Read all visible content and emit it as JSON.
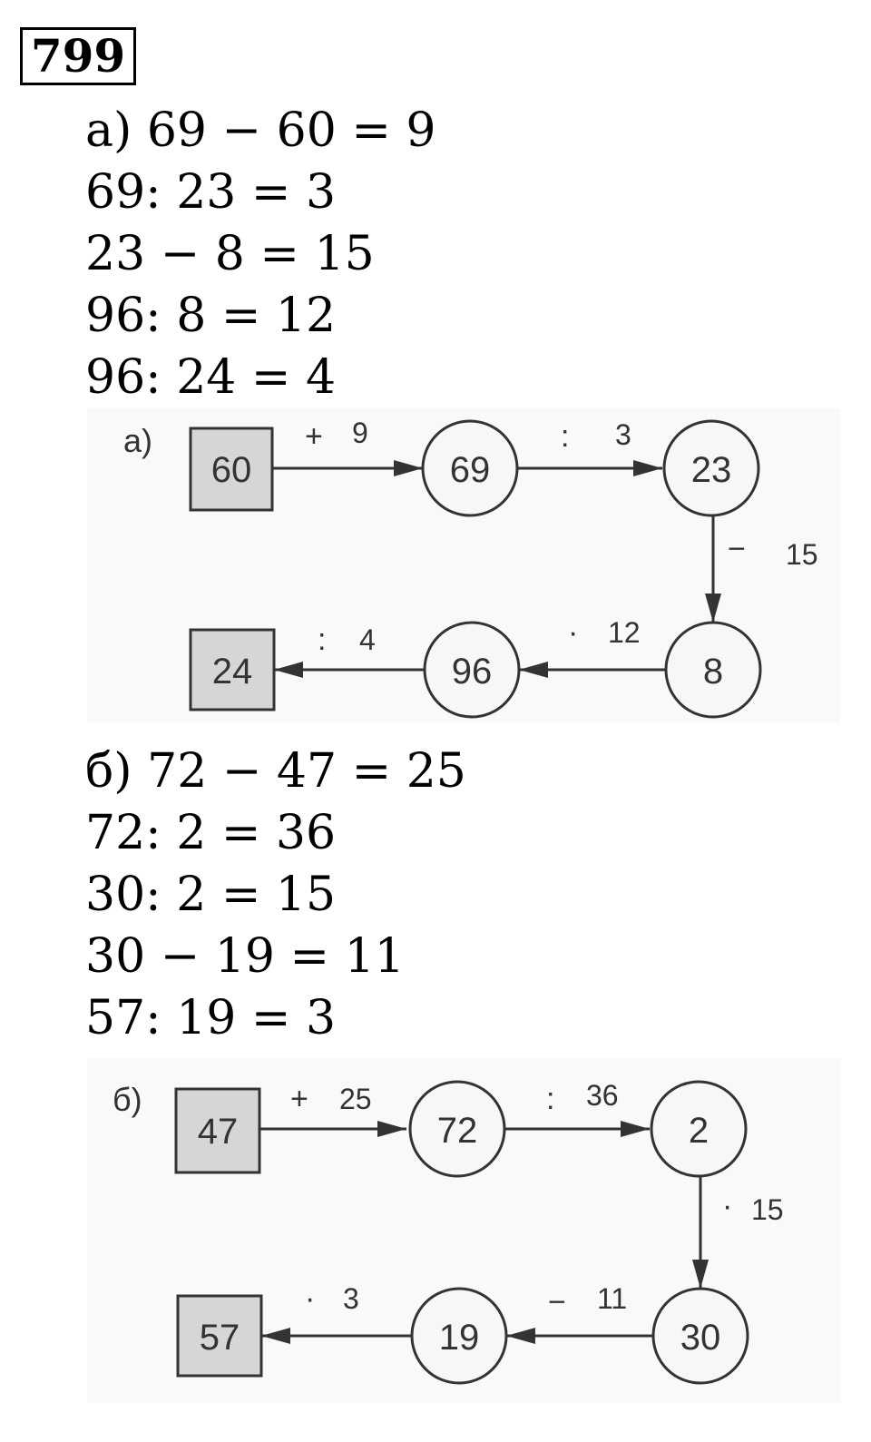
{
  "task_number": "799",
  "part_a": {
    "equations": [
      "а) 69 − 60 = 9",
      "69: 23 = 3",
      "23 − 8 = 15",
      "96: 8 = 12",
      "96: 24 = 4"
    ],
    "diagram": {
      "label": "а)",
      "nodes": [
        {
          "id": "start",
          "shape": "square",
          "value": "60"
        },
        {
          "id": "n1",
          "shape": "circle",
          "value": "69"
        },
        {
          "id": "n2",
          "shape": "circle",
          "value": "23"
        },
        {
          "id": "n3",
          "shape": "circle",
          "value": "8"
        },
        {
          "id": "n4",
          "shape": "circle",
          "value": "96"
        },
        {
          "id": "end",
          "shape": "square",
          "value": "24"
        }
      ],
      "edges": [
        {
          "from": "start",
          "to": "n1",
          "op": "+",
          "operand": "9"
        },
        {
          "from": "n1",
          "to": "n2",
          "op": ":",
          "operand": "3"
        },
        {
          "from": "n2",
          "to": "n3",
          "op": "−",
          "operand": "15"
        },
        {
          "from": "n3",
          "to": "n4",
          "op": "·",
          "operand": "12"
        },
        {
          "from": "n4",
          "to": "end",
          "op": ":",
          "operand": "4"
        }
      ]
    }
  },
  "part_b": {
    "equations": [
      "б) 72 − 47 = 25",
      "72: 2 = 36",
      "30: 2 = 15",
      "30 − 19 = 11",
      "57: 19 = 3"
    ],
    "diagram": {
      "label": "б)",
      "nodes": [
        {
          "id": "start",
          "shape": "square",
          "value": "47"
        },
        {
          "id": "n1",
          "shape": "circle",
          "value": "72"
        },
        {
          "id": "n2",
          "shape": "circle",
          "value": "2"
        },
        {
          "id": "n3",
          "shape": "circle",
          "value": "30"
        },
        {
          "id": "n4",
          "shape": "circle",
          "value": "19"
        },
        {
          "id": "end",
          "shape": "square",
          "value": "57"
        }
      ],
      "edges": [
        {
          "from": "start",
          "to": "n1",
          "op": "+",
          "operand": "25"
        },
        {
          "from": "n1",
          "to": "n2",
          "op": ":",
          "operand": "36"
        },
        {
          "from": "n2",
          "to": "n3",
          "op": "·",
          "operand": "15"
        },
        {
          "from": "n3",
          "to": "n4",
          "op": "−",
          "operand": "11"
        },
        {
          "from": "n4",
          "to": "end",
          "op": "·",
          "operand": "3"
        }
      ]
    }
  },
  "colors": {
    "text": "#000000",
    "diagram_bg": "#f9f9f9",
    "square_fill": "#d6d6d6",
    "circle_fill": "#f7f7f7",
    "stroke": "#333333"
  }
}
